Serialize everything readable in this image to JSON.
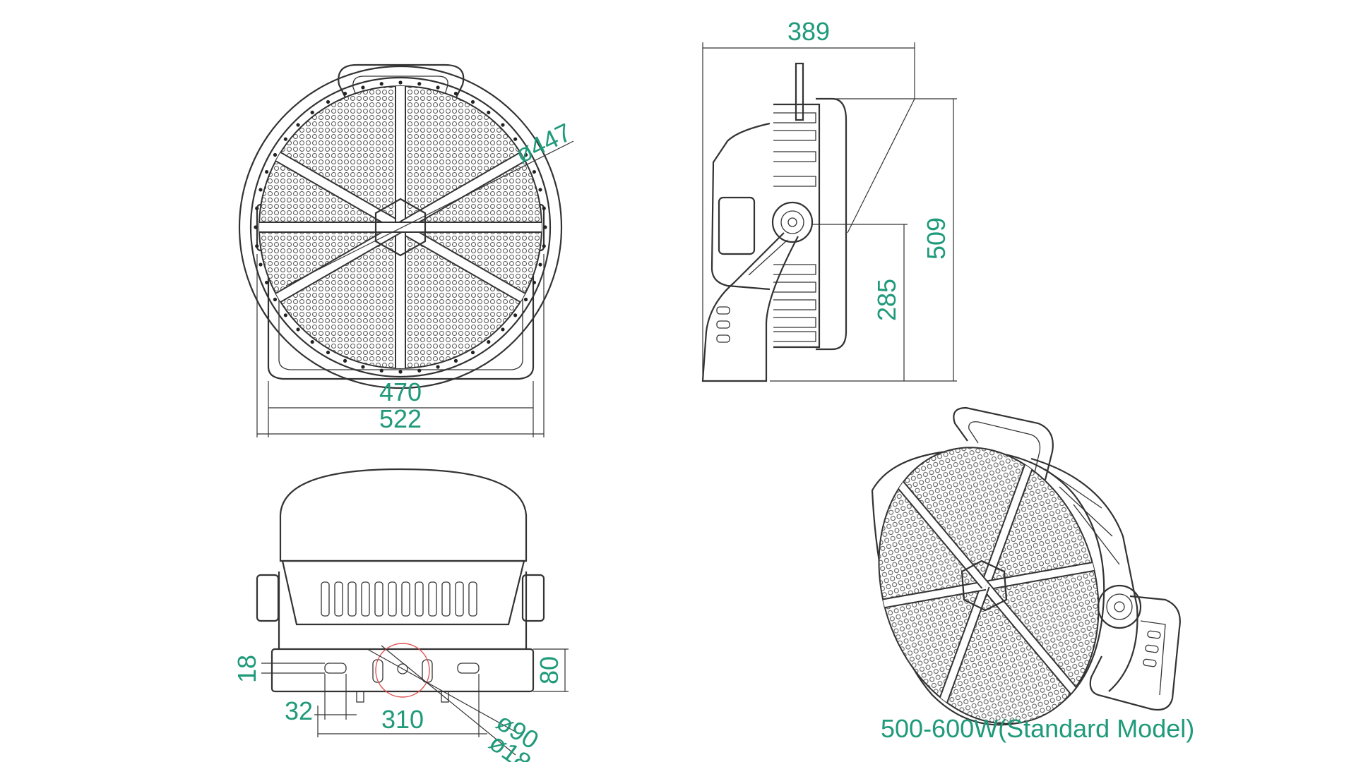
{
  "dimensions": {
    "front_diameter": "ø447",
    "front_inner_width": "470",
    "front_outer_width": "522",
    "side_depth": "389",
    "side_height": "509",
    "side_pivot_height": "285",
    "bottom_base_height": "80",
    "bottom_slot_height": "18",
    "bottom_slot_width": "32",
    "bottom_slot_spacing": "310",
    "bottom_hole_large": "ø90",
    "bottom_hole_small": "ø18"
  },
  "caption": "500-600W(Standard Model)",
  "colors": {
    "dimension_text": "#1f9a7a",
    "linework": "#333333",
    "highlight_circle": "#e05050"
  }
}
